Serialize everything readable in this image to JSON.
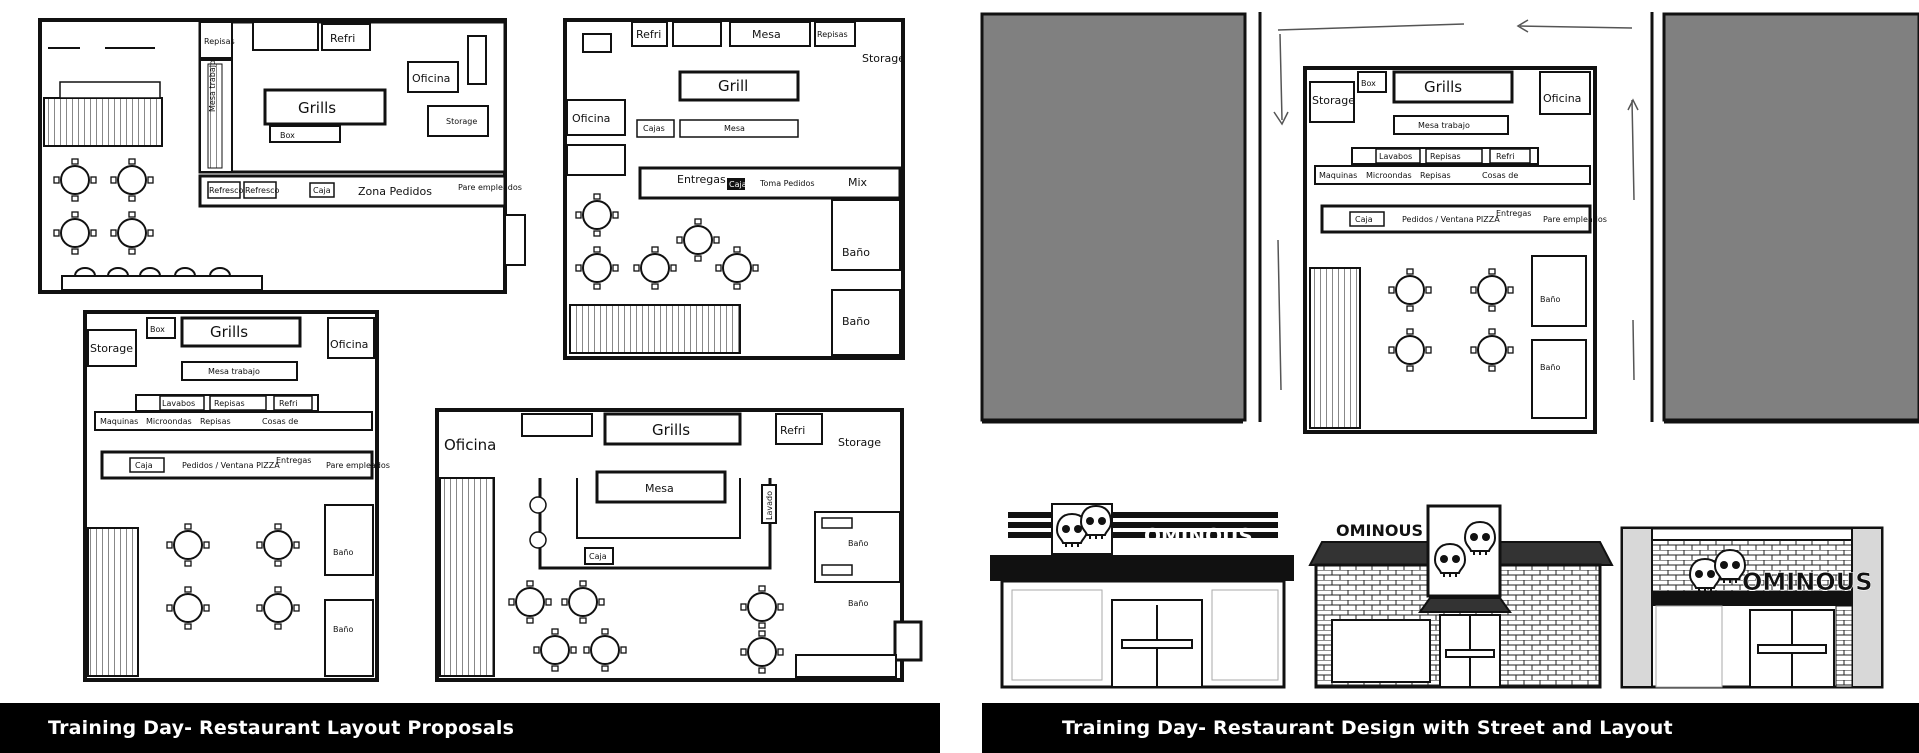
{
  "captions": {
    "left": "Training Day- Restaurant Layout Proposals",
    "right": "Training Day- Restaurant Design with Street and Layout"
  },
  "colors": {
    "ink": "#111111",
    "block_gray": "#808080",
    "caption_bg": "#000000",
    "caption_fg": "#ffffff"
  },
  "plan1": {
    "grills": "Grills",
    "refri": "Refri",
    "repisas": "Repisas",
    "mesa_trabajo": "Mesa trabajo",
    "oficina": "Oficina",
    "storage": "Storage",
    "box": "Box",
    "zona_pedidos": "Zona Pedidos",
    "pare_empleados": "Pare empleados",
    "caja": "Caja",
    "refresco_1": "Refresco",
    "refresco_2": "Refresco"
  },
  "plan2": {
    "refri": "Refri",
    "mesa": "Mesa",
    "repisas": "Repisas",
    "grill": "Grill",
    "storage": "Storage",
    "oficina": "Oficina",
    "cajas": "Cajas",
    "mesa_small": "Mesa",
    "entregas": "Entregas",
    "caja": "Caja",
    "toma_pedidos": "Toma Pedidos",
    "mix": "Mix",
    "bano_1": "Baño",
    "bano_2": "Baño"
  },
  "plan3": {
    "box": "Box",
    "grills": "Grills",
    "oficina": "Oficina",
    "storage": "Storage",
    "mesa_trabajo": "Mesa trabajo",
    "lavabos": "Lavabos",
    "repisas": "Repisas",
    "refri": "Refri",
    "maquinas": "Maquinas",
    "microondas": "Microondas",
    "repisas_2": "Repisas",
    "cosas_de": "Cosas de",
    "caja": "Caja",
    "pedidos": "Pedidos / Ventana PIZZA",
    "entregas": "Entregas",
    "pare_empleados": "Pare empleados",
    "bano_1": "Baño",
    "bano_2": "Baño"
  },
  "plan4": {
    "oficina": "Oficina",
    "grills": "Grills",
    "refri": "Refri",
    "storage": "Storage",
    "mesa": "Mesa",
    "caja": "Caja",
    "bano_1": "Baño",
    "bano_2": "Baño",
    "lavado": "Lavado"
  },
  "site": {
    "box": "Box",
    "grills": "Grills",
    "oficina": "Oficina",
    "storage": "Storage",
    "mesa_trabajo": "Mesa trabajo",
    "lavabos": "Lavabos",
    "repisas": "Repisas",
    "refri": "Refri",
    "maquinas": "Maquinas",
    "microondas": "Microondas",
    "repisas_2": "Repisas",
    "cosas_de": "Cosas de",
    "caja": "Caja",
    "pedidos": "Pedidos / Ventana PIZZA",
    "entregas": "Entregas",
    "pare_empleados": "Pare empleados",
    "bano_1": "Baño",
    "bano_2": "Baño"
  },
  "storefronts": {
    "sign_1": "OMINOUS",
    "sign_2": "OMINOUS",
    "sign_3": "OMINOUS"
  }
}
